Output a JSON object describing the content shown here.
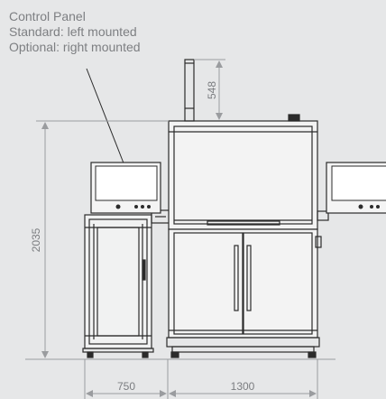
{
  "annotation": {
    "title": "Control Panel",
    "line_standard": "Standard: left mounted",
    "line_optional": "Optional: right mounted"
  },
  "dimensions": {
    "overall_height": "2035",
    "beacon_height": "548",
    "left_module_width": "750",
    "main_module_width": "1300"
  },
  "colors": {
    "background": "#e6e7e8",
    "line": "#2b2b2b",
    "dimension": "#9a9c9f",
    "screen": "#ffffff"
  }
}
